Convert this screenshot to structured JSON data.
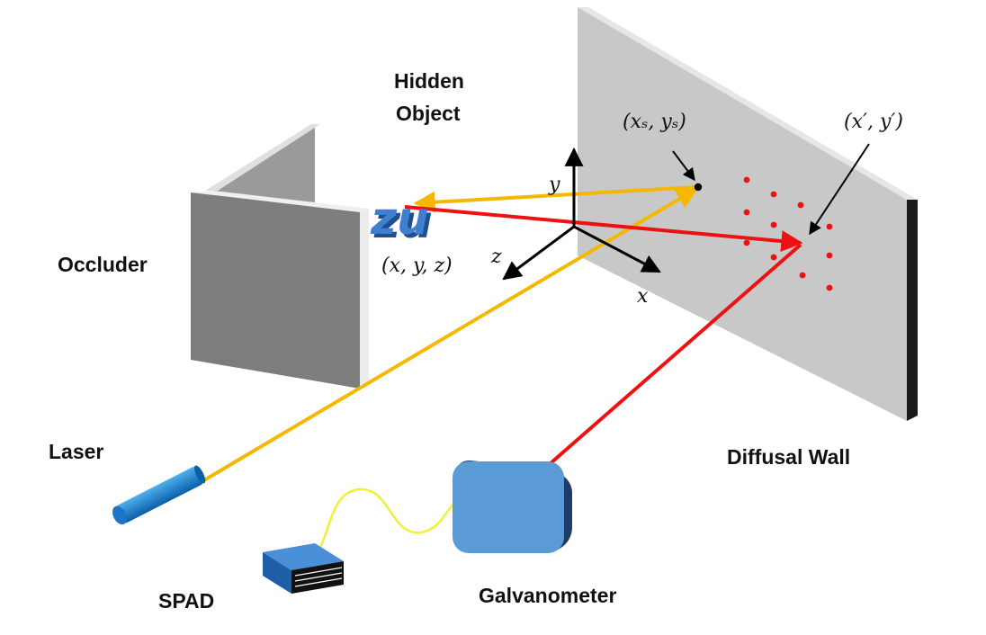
{
  "labels": {
    "hidden_object_line1": "Hidden",
    "hidden_object_line2": "Object",
    "occluder": "Occluder",
    "laser": "Laser",
    "spad": "SPAD",
    "galvanometer": "Galvanometer",
    "diffusal_wall": "Diffusal Wall"
  },
  "math": {
    "object_coords": "(x, y, z)",
    "source_point": "(xₛ, yₛ)",
    "sample_point": "(x′, y′)",
    "axis_x": "x",
    "axis_y": "y",
    "axis_z": "z"
  },
  "colors": {
    "laser_beam": "#f5b800",
    "return_beam": "#ee1111",
    "fiber": "#f2ee3a",
    "wall_face": "#c8c8c8",
    "device_blue": "#5b9bd5"
  },
  "icons": {
    "hidden_object": "zu-letters-3d",
    "laser": "cylinder",
    "spad": "detector-box",
    "galvanometer": "scanner-box"
  }
}
